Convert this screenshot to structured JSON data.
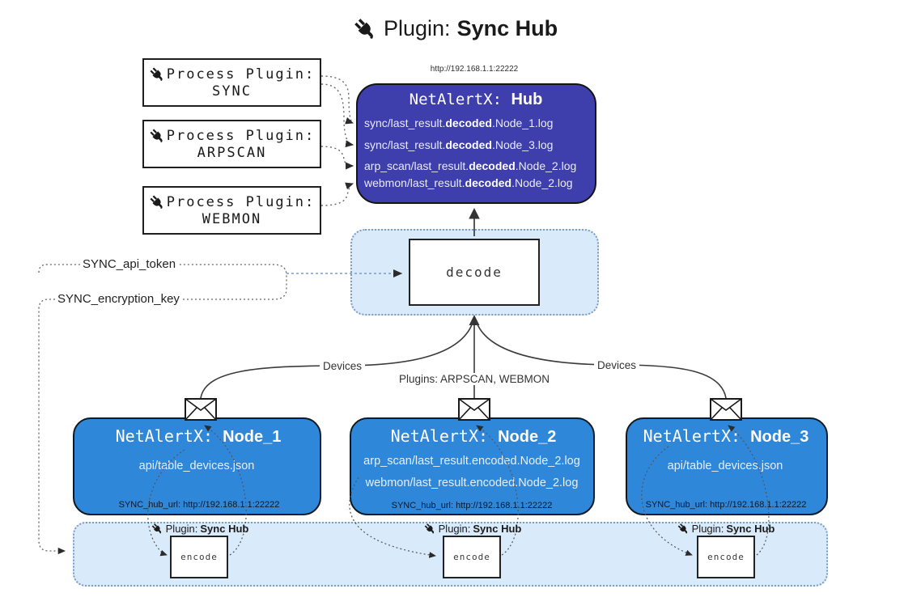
{
  "title": {
    "prefix": "Plugin:",
    "name": "Sync Hub"
  },
  "hub": {
    "url": "http://192.168.1.1:22222",
    "title_prefix": "NetAlertX:",
    "title_name": "Hub",
    "logs": [
      {
        "pre": "sync/last_result.",
        "bold": "decoded",
        "post": ".Node_1.log"
      },
      {
        "pre": "sync/last_result.",
        "bold": "decoded",
        "post": ".Node_3.log"
      },
      {
        "pre": "arp_scan/last_result.",
        "bold": "decoded",
        "post": ".Node_2.log"
      },
      {
        "pre": "webmon/last_result.",
        "bold": "decoded",
        "post": ".Node_2.log"
      }
    ]
  },
  "process_plugins": [
    {
      "label": "Process Plugin:",
      "name": "SYNC"
    },
    {
      "label": "Process Plugin:",
      "name": "ARPSCAN"
    },
    {
      "label": "Process Plugin:",
      "name": "WEBMON"
    }
  ],
  "settings": {
    "api_token": "SYNC_api_token",
    "encryption_key": "SYNC_encryption_key"
  },
  "decode": {
    "label": "decode"
  },
  "edges": {
    "devices_left": "Devices",
    "plugins_center": "Plugins: ARPSCAN, WEBMON",
    "devices_right": "Devices"
  },
  "nodes": [
    {
      "title_prefix": "NetAlertX:",
      "title_name": "Node_1",
      "lines": [
        "api/table_devices.json"
      ],
      "hub_url": "SYNC_hub_url: http://192.168.1.1:22222"
    },
    {
      "title_prefix": "NetAlertX:",
      "title_name": "Node_2",
      "lines": [
        "arp_scan/last_result.encoded.Node_2.log",
        "webmon/last_result.encoded.Node_2.log"
      ],
      "hub_url": "SYNC_hub_url: http://192.168.1.1:22222"
    },
    {
      "title_prefix": "NetAlertX:",
      "title_name": "Node_3",
      "lines": [
        "api/table_devices.json"
      ],
      "hub_url": "SYNC_hub_url: http://192.168.1.1:22222"
    }
  ],
  "encoders": [
    {
      "plugin_prefix": "Plugin:",
      "plugin_name": "Sync Hub",
      "box_label": "encode"
    },
    {
      "plugin_prefix": "Plugin:",
      "plugin_name": "Sync Hub",
      "box_label": "encode"
    },
    {
      "plugin_prefix": "Plugin:",
      "plugin_name": "Sync Hub",
      "box_label": "encode"
    }
  ],
  "colors": {
    "hub_fill": "#3E3EAD",
    "node_fill": "#2F87D9",
    "band_fill": "#D9EAFB",
    "band_border": "#7E9CC0",
    "line": "#3B3B3B"
  }
}
